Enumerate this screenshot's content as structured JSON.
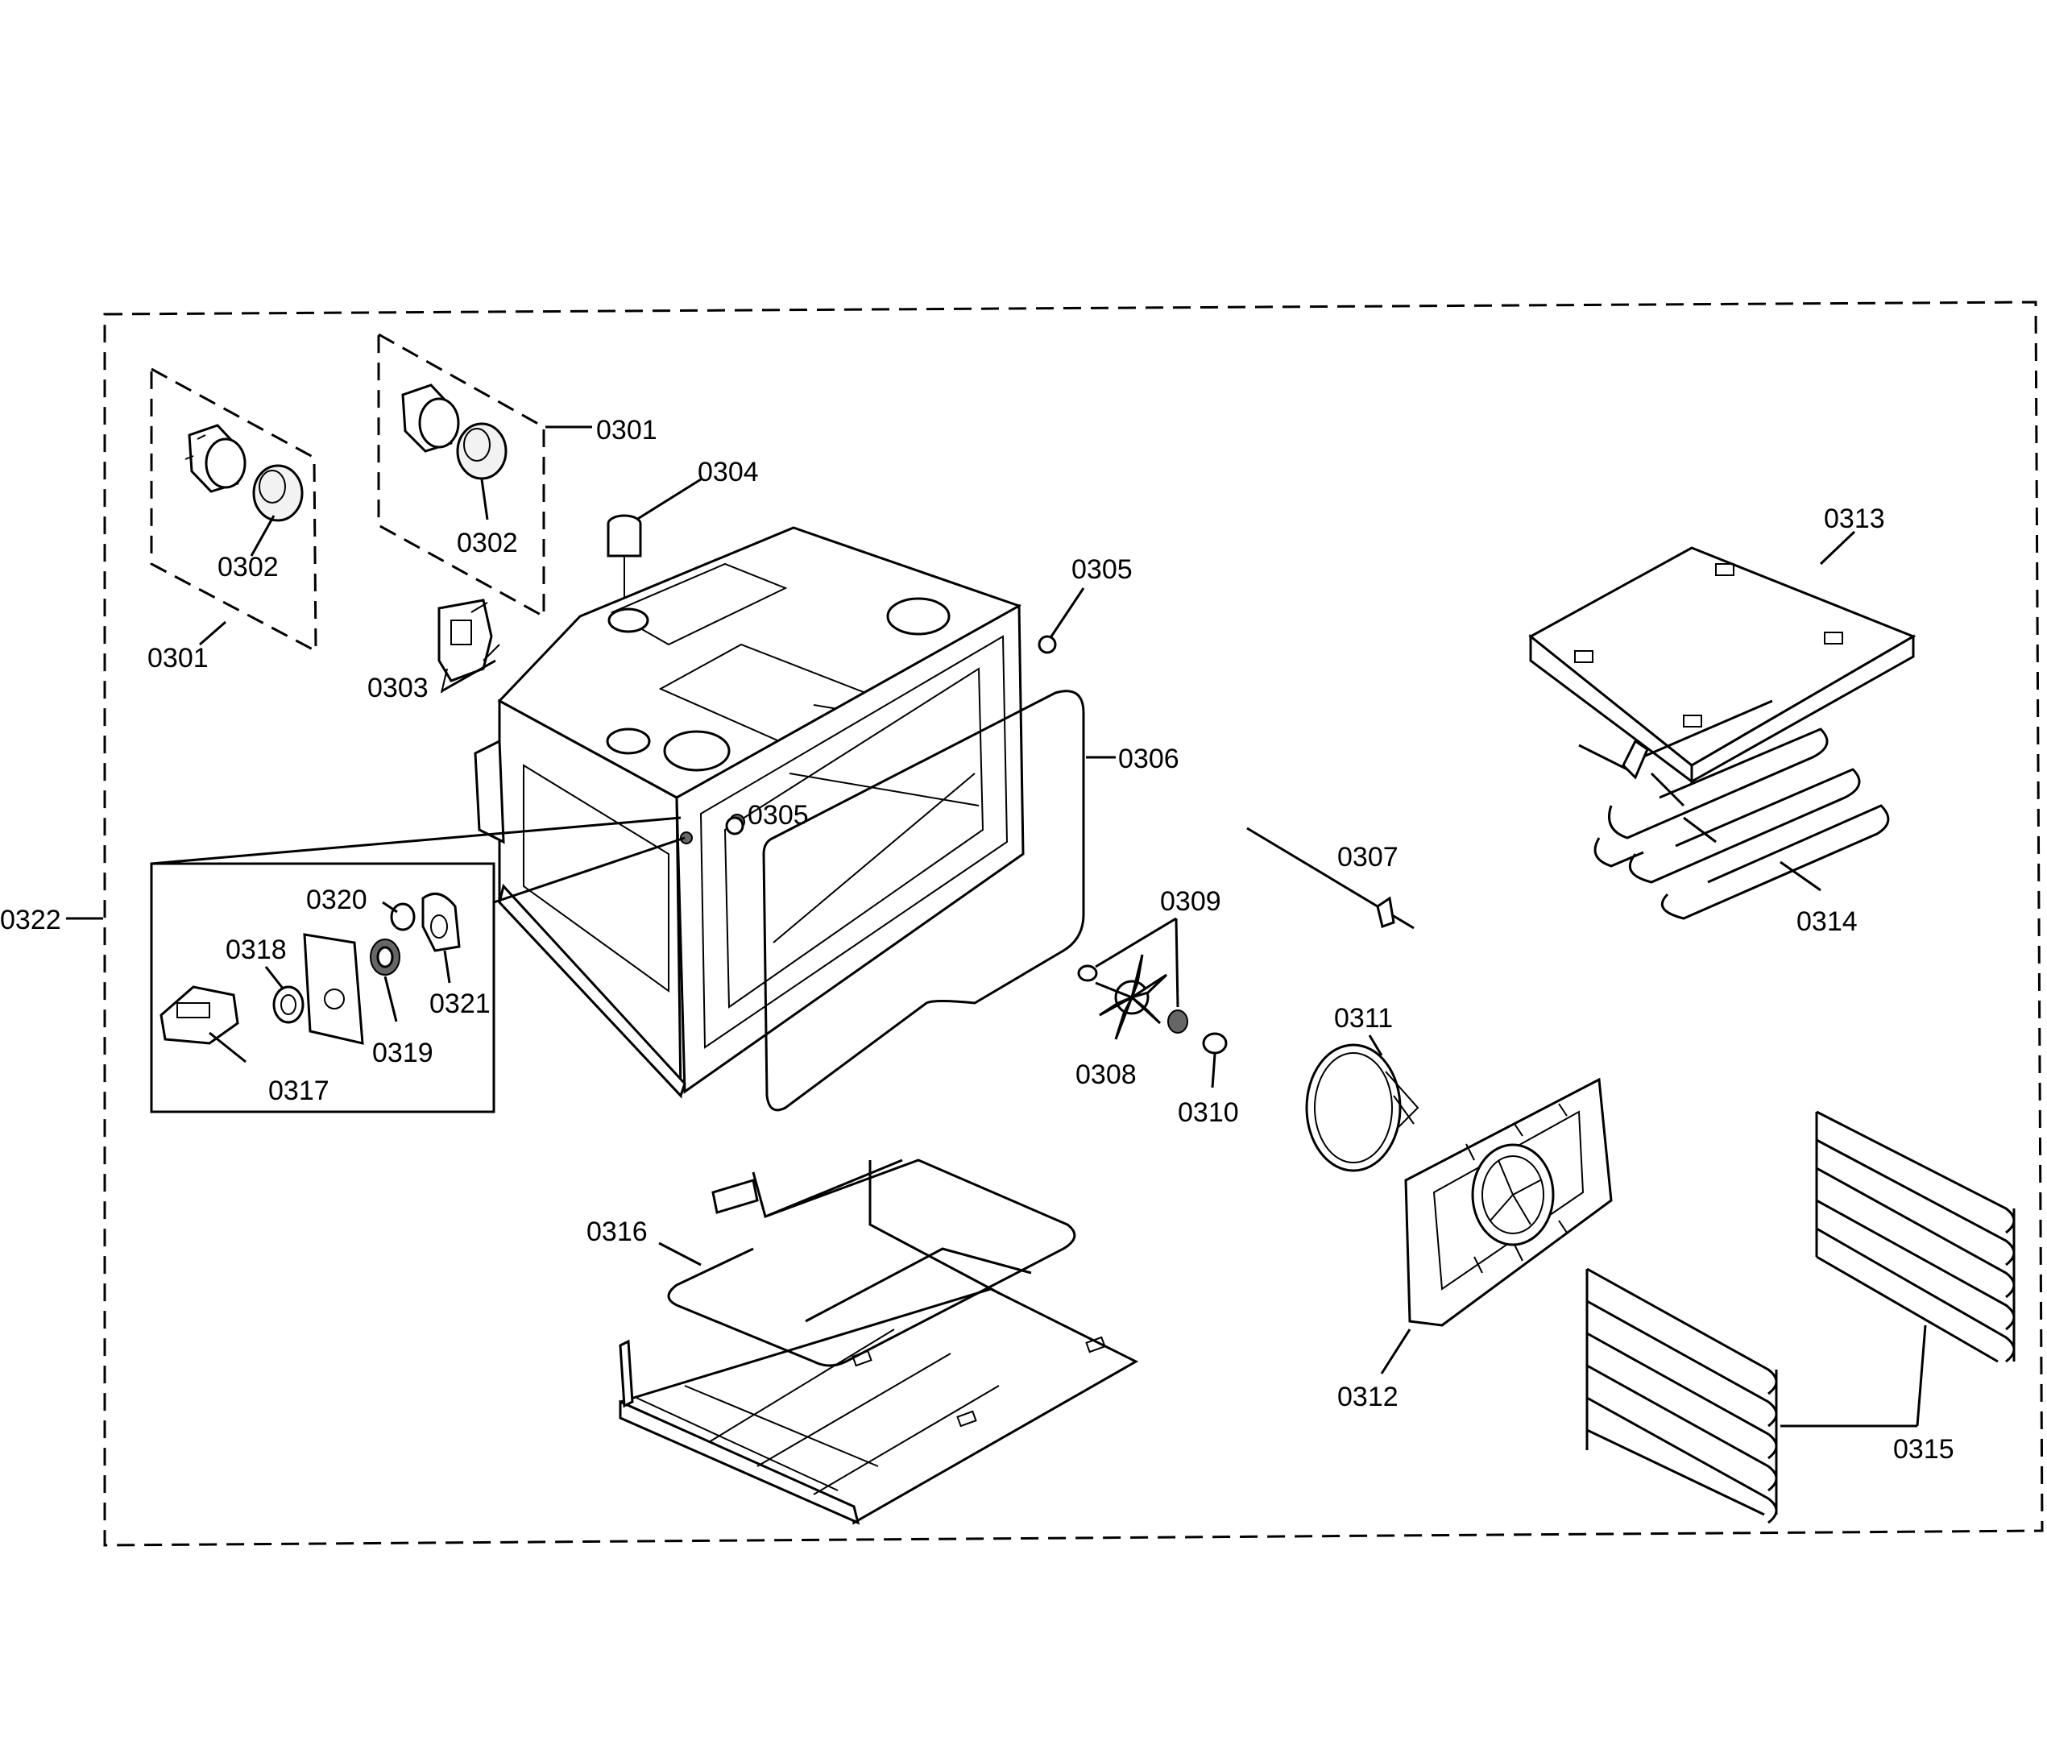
{
  "labels": {
    "l0301a": "0301",
    "l0301b": "0301",
    "l0302a": "0302",
    "l0302b": "0302",
    "l0303": "0303",
    "l0304": "0304",
    "l0305a": "0305",
    "l0305b": "0305",
    "l0306": "0306",
    "l0307": "0307",
    "l0308": "0308",
    "l0309": "0309",
    "l0310": "0310",
    "l0311": "0311",
    "l0312": "0312",
    "l0313": "0313",
    "l0314": "0314",
    "l0315": "0315",
    "l0316": "0316",
    "l0317": "0317",
    "l0318": "0318",
    "l0319": "0319",
    "l0320": "0320",
    "l0321": "0321",
    "l0322": "0322"
  }
}
